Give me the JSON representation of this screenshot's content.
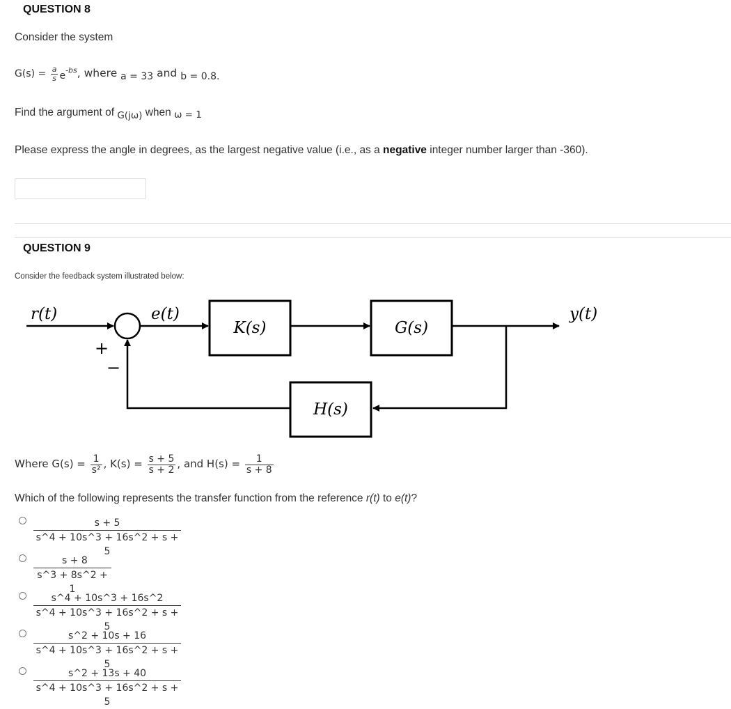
{
  "q8": {
    "heading": "QUESTION 8",
    "consider": "Consider the system",
    "system": {
      "lhs": "G(s) = ",
      "num": "a",
      "den": "s",
      "e": "e",
      "exp": "-bs",
      "where": ", where ",
      "a_def": "a = 33",
      "and": " and ",
      "b_def": "b = 0.8."
    },
    "find": {
      "prefix": "Find the argument of ",
      "g": "G(jω)",
      "when": " when ",
      "w": "ω = 1"
    },
    "instruction": {
      "before": "Please express the angle in degrees, as the largest negative value (i.e., as a ",
      "bold": "negative",
      "after": " integer number larger than -360)."
    },
    "answer_value": ""
  },
  "q9": {
    "heading": "QUESTION 9",
    "intro": "Consider the feedback system illustrated below:",
    "diagram": {
      "r": "r(t)",
      "e": "e(t)",
      "y": "y(t)",
      "k_block": "K(s)",
      "g_block": "G(s)",
      "h_block": "H(s)",
      "plus": "+",
      "minus": "−"
    },
    "where": {
      "prefix": "Where G(s) = ",
      "g_num": "1",
      "g_den": "s²",
      "k_label": ", K(s) = ",
      "k_num": "s + 5",
      "k_den": "s + 2",
      "h_label": ", and H(s) = ",
      "h_num": "1",
      "h_den": "s + 8"
    },
    "question": {
      "before": "Which of the following represents the transfer function from the reference ",
      "r": "r(t)",
      "mid": " to ",
      "e": "e(t)",
      "after": "?"
    },
    "options": [
      {
        "num": "s + 5",
        "den": "s^4 + 10s^3 + 16s^2 + s + 5"
      },
      {
        "num": "s + 8",
        "den": "s^3 + 8s^2 + 1"
      },
      {
        "num": "s^4 + 10s^3 + 16s^2",
        "den": "s^4 + 10s^3 + 16s^2 + s + 5"
      },
      {
        "num": "s^2 + 10s + 16",
        "den": "s^4 + 10s^3 + 16s^2 + s + 5"
      },
      {
        "num": "s^2 + 13s + 40",
        "den": "s^4 + 10s^3 + 16s^2 + s + 5"
      }
    ]
  }
}
